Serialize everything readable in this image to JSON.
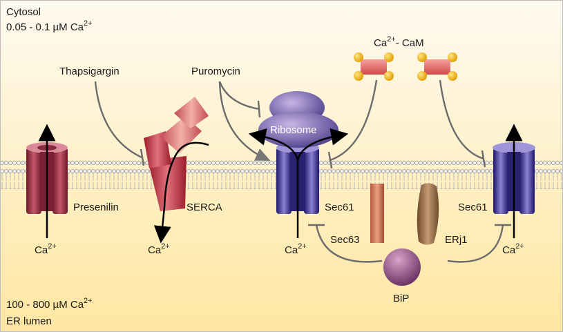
{
  "compartments": {
    "cytosol": "Cytosol",
    "cytosol_conc": "0.05 - 0.1 µM Ca",
    "lumen_conc": "100 - 800 µM Ca",
    "lumen": "ER lumen"
  },
  "ion": {
    "base": "Ca",
    "charge": "2+"
  },
  "labels": {
    "thapsigargin": "Thapsigargin",
    "puromycin": "Puromycin",
    "ribosome": "Ribosome",
    "cam": "- CaM",
    "presenilin": "Presenilin",
    "serca": "SERCA",
    "sec61_left": "Sec61",
    "sec61_right": "Sec61",
    "sec63": "Sec63",
    "erj1": "ERj1",
    "bip": "BiP"
  },
  "colors": {
    "cytosol_bg": "#fff4d6",
    "lumen_bg": "#ffe6a3",
    "presenilin": "#9e2f45",
    "serca": "#c23a48",
    "sec61": "#3a2f8c",
    "ribosome": "#5a4d9c",
    "sec63": "#c8684e",
    "erj1": "#8a6240",
    "bip": "#7a3a72",
    "cam_body": "#e06a6a",
    "cam_lobe": "#f4b400",
    "inhibit_line": "#6b6b6b"
  }
}
